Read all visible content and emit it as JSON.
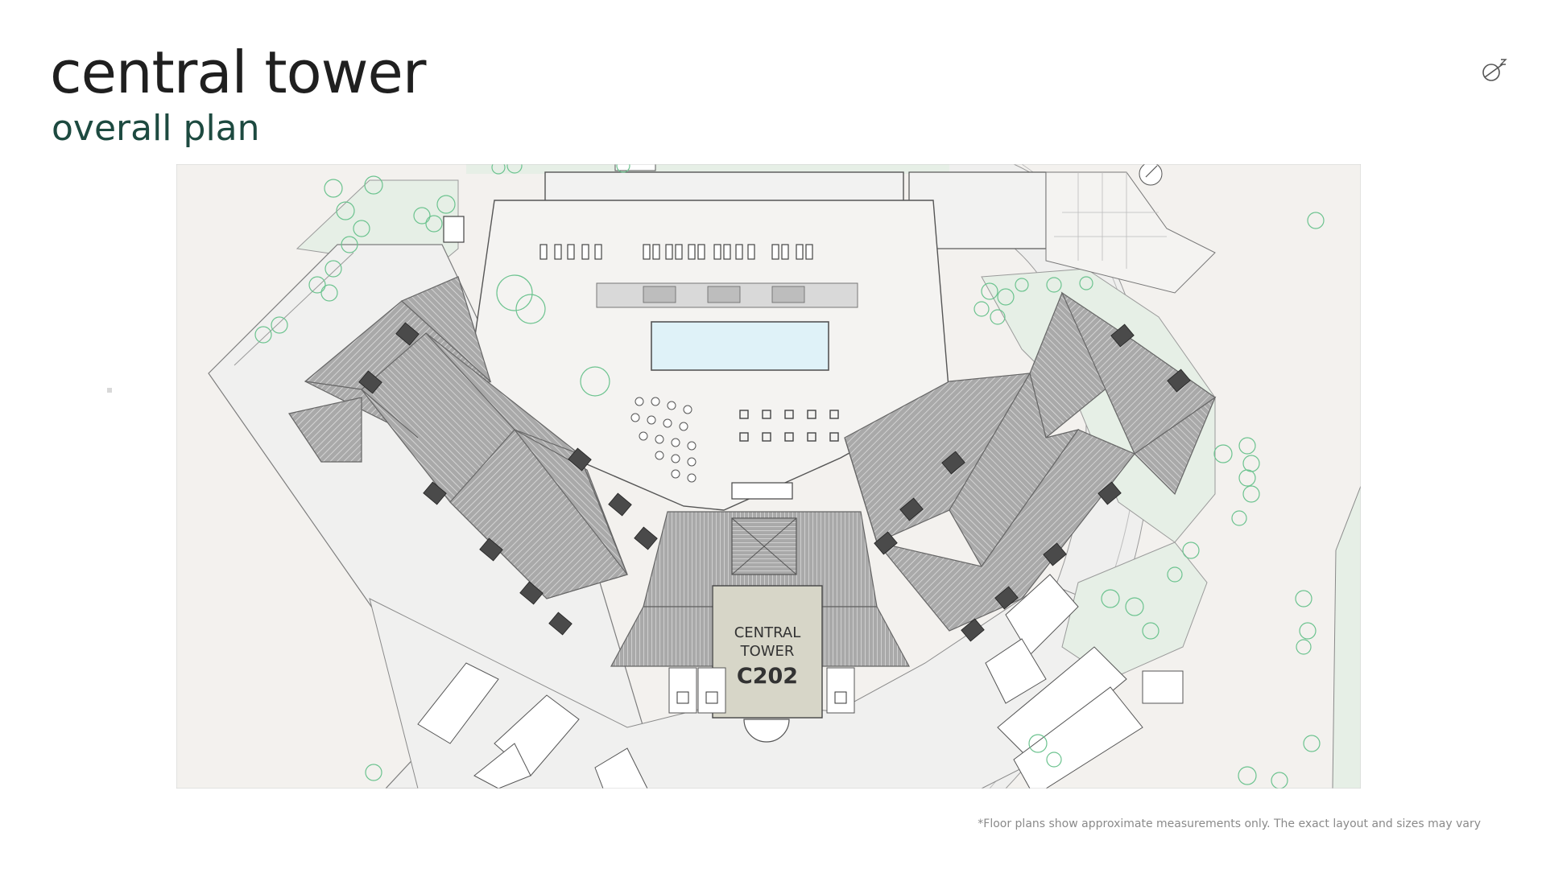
{
  "header": {
    "title": "central tower",
    "subtitle": "overall plan"
  },
  "plan": {
    "block_label_line1": "CENTRAL",
    "block_label_line2": "TOWER",
    "unit_code": "C202"
  },
  "footer": {
    "disclaimer": "*Floor plans show approximate measurements only. The exact layout and sizes may vary"
  },
  "colors": {
    "title": "#1f1f1f",
    "subtitle": "#1d4a40",
    "site_background": "#f3f1ee",
    "paving": "#f0f0ef",
    "garden": "#e6efe6",
    "tree_outline": "#6cc38f",
    "roof": "#a9a9a9",
    "pool": "#dff2f8",
    "highlight_unit": "#d7d6c8"
  },
  "icons": [
    "north-arrow-icon",
    "accessible-parking-icon"
  ]
}
